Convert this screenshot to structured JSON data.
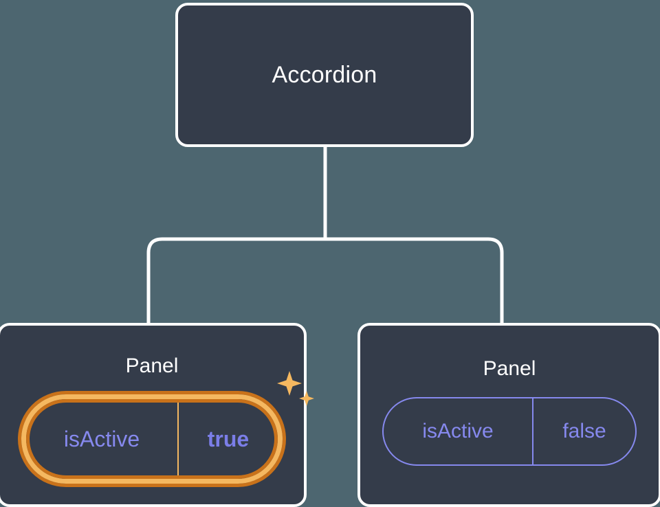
{
  "canvas": {
    "background_color": "#4d6670",
    "node_fill_color": "#343c4a",
    "node_border_color": "#ffffff",
    "connector_color": "#ffffff",
    "accent_purple": "#8689ee",
    "accent_purple_bold": "#7b7ee8",
    "highlight_amber": "#f5b860",
    "highlight_orange": "#c9721a"
  },
  "tree": {
    "root": {
      "title": "Accordion"
    },
    "children": [
      {
        "title": "Panel",
        "highlighted": true,
        "prop": {
          "key": "isActive",
          "value": "true"
        },
        "sparkle_icon": "sparkles-icon"
      },
      {
        "title": "Panel",
        "highlighted": false,
        "prop": {
          "key": "isActive",
          "value": "false"
        }
      }
    ]
  }
}
